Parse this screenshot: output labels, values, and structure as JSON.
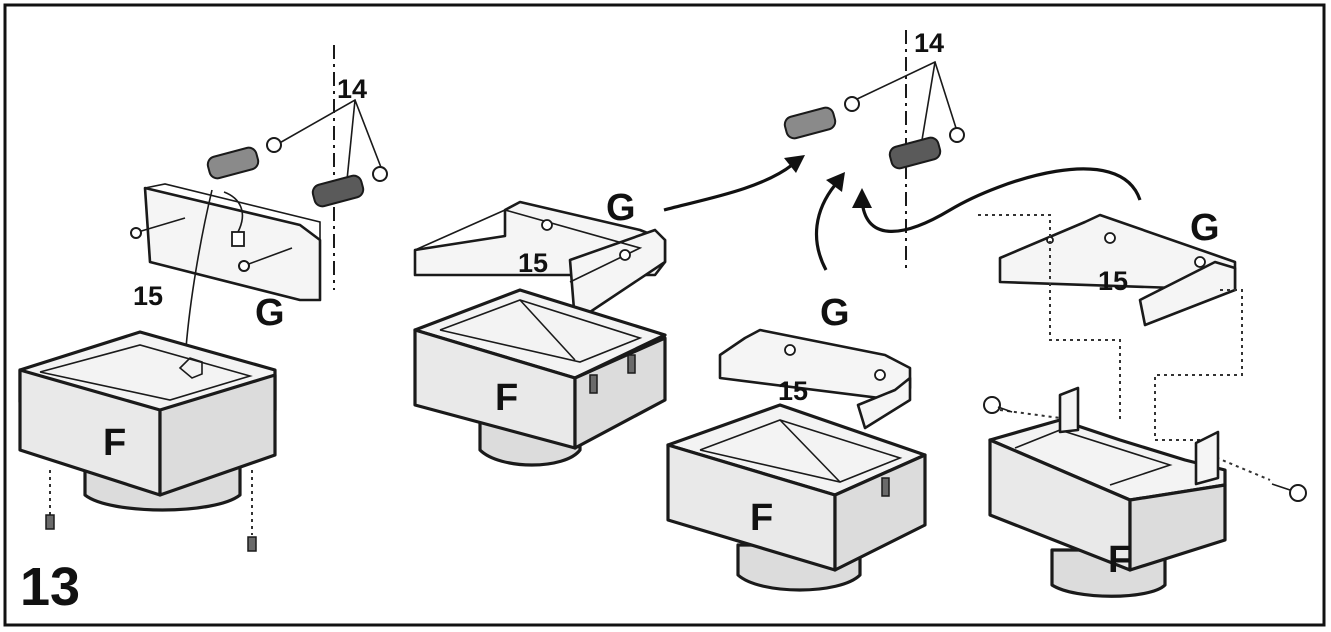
{
  "figure": {
    "number": "13",
    "labels": {
      "duct_part": "F",
      "bracket": "G",
      "plugs": "14",
      "screws": "15"
    }
  }
}
